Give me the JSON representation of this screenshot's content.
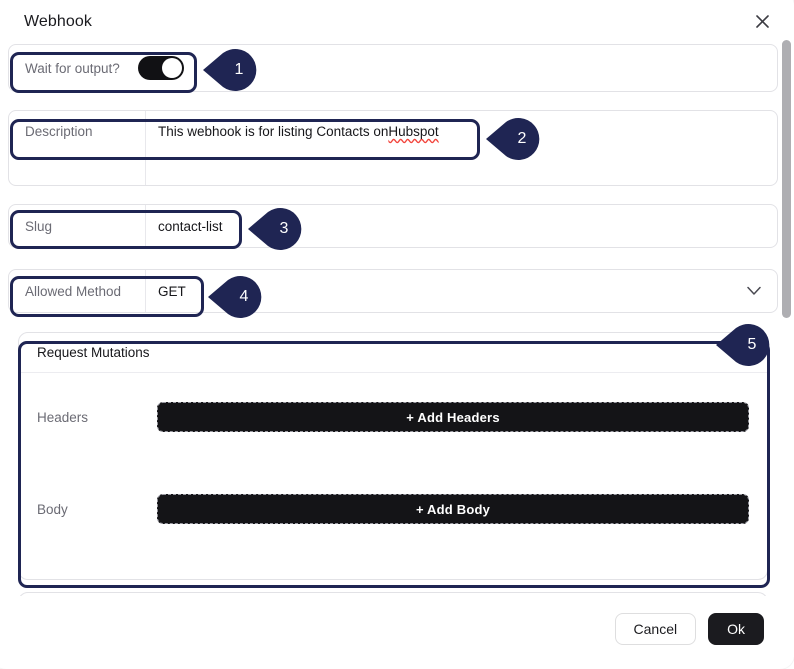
{
  "dialog": {
    "title": "Webhook",
    "close_icon": "close-icon"
  },
  "fields": {
    "wait_for_output": {
      "label": "Wait for output?",
      "toggle_state": "on"
    },
    "description": {
      "label": "Description",
      "value_before": "This webhook is for listing Contacts on ",
      "value_misspelled": "Hubspot",
      "full_value": "This webhook is for listing Contacts on Hubspot"
    },
    "slug": {
      "label": "Slug",
      "value": "contact-list"
    },
    "allowed_method": {
      "label": "Allowed Method",
      "value": "GET",
      "chevron_icon": "chevron-down-icon"
    }
  },
  "request_mutations": {
    "title": "Request Mutations",
    "headers": {
      "label": "Headers",
      "button_label": "+ Add Headers"
    },
    "body": {
      "label": "Body",
      "button_label": "+ Add Body"
    }
  },
  "footer": {
    "cancel_label": "Cancel",
    "ok_label": "Ok"
  },
  "annotations": [
    {
      "number": "1"
    },
    {
      "number": "2"
    },
    {
      "number": "3"
    },
    {
      "number": "4"
    },
    {
      "number": "5"
    }
  ],
  "colors": {
    "annotation": "#1f2553",
    "button_dark": "#141417",
    "toggle_on": "#111114",
    "spellcheck_underline": "#f2453d",
    "scrollbar_thumb": "#aeaeb2"
  }
}
